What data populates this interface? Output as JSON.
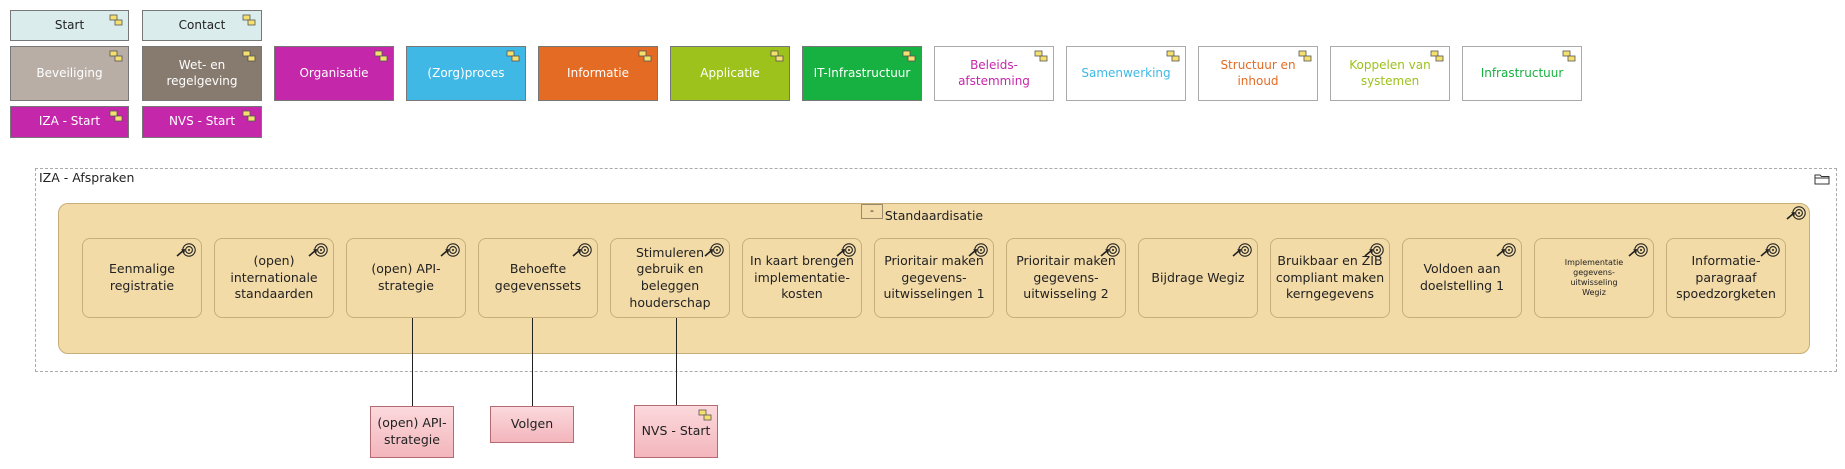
{
  "palette": {
    "row1": [
      {
        "label": "Start",
        "bg": "#dbecec",
        "fg": "#222222"
      },
      {
        "label": "Contact",
        "bg": "#dbecec",
        "fg": "#222222"
      }
    ],
    "row2": [
      {
        "label": "Beveiliging",
        "bg": "#b8aea6",
        "fg": "#ffffff"
      },
      {
        "label": "Wet- en regelgeving",
        "bg": "#877a6e",
        "fg": "#ffffff"
      },
      {
        "label": "Organisatie",
        "bg": "#c427aa",
        "fg": "#ffffff"
      },
      {
        "label": "(Zorg)proces",
        "bg": "#3fb8e6",
        "fg": "#ffffff"
      },
      {
        "label": "Informatie",
        "bg": "#e36b24",
        "fg": "#ffffff"
      },
      {
        "label": "Applicatie",
        "bg": "#9cc21b",
        "fg": "#ffffff"
      },
      {
        "label": "IT-Infrastructuur",
        "bg": "#16b140",
        "fg": "#ffffff"
      },
      {
        "label": "Beleids-afstemming",
        "bg": "#ffffff",
        "fg": "#c427aa"
      },
      {
        "label": "Samenwerking",
        "bg": "#ffffff",
        "fg": "#3fb8e6"
      },
      {
        "label": "Structuur en inhoud",
        "bg": "#ffffff",
        "fg": "#e36b24"
      },
      {
        "label": "Koppelen van systemen",
        "bg": "#ffffff",
        "fg": "#9cc21b"
      },
      {
        "label": "Infrastructuur",
        "bg": "#ffffff",
        "fg": "#16b140"
      }
    ],
    "row3": [
      {
        "label": "IZA - Start",
        "bg": "#c427aa",
        "fg": "#ffffff"
      },
      {
        "label": "NVS - Start",
        "bg": "#c427aa",
        "fg": "#ffffff"
      }
    ]
  },
  "group": {
    "title": "IZA - Afspraken",
    "container_title": "Standaardisatie",
    "collapse_symbol": "-",
    "goals": [
      {
        "label": "Eenmalige registratie"
      },
      {
        "label": "(open) internationale standaarden"
      },
      {
        "label": "(open) API-strategie"
      },
      {
        "label": "Behoefte gegevenssets"
      },
      {
        "label": "Stimuleren gebruik en beleggen houderschap"
      },
      {
        "label": "In kaart brengen implementatie-kosten"
      },
      {
        "label": "Prioritair maken gegevens-uitwisselingen 1"
      },
      {
        "label": "Prioritair maken gegevens-uitwisseling 2"
      },
      {
        "label": "Bijdrage Wegiz"
      },
      {
        "label": "Bruikbaar en ZIB compliant maken kerngegevens"
      },
      {
        "label": "Voldoen aan doelstelling 1"
      },
      {
        "label": "Implementatie gegevens-uitwisseling Wegiz",
        "small": true
      },
      {
        "label": "Informatie-paragraaf spoedzorgketen"
      }
    ]
  },
  "linked": [
    {
      "label": "(open) API-strategie"
    },
    {
      "label": "Volgen"
    },
    {
      "label": "NVS - Start",
      "ref": true
    }
  ],
  "colors": {
    "goal_fill": "#f3dba8",
    "linked_fill": "#f3b6bc"
  }
}
